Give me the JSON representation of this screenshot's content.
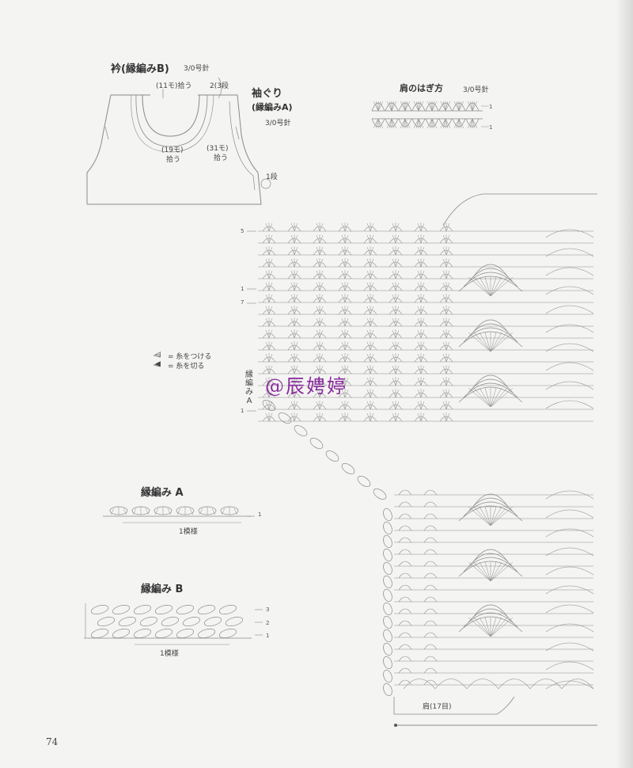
{
  "neck": {
    "title": "衿(縁編みB)",
    "needle": "3/0号針",
    "pick11": "(11モ)拾う",
    "pick19a": "(19モ)",
    "pick19b": "拾う",
    "pick31a": "(31モ)",
    "pick31b": "拾う",
    "rows3": "2(3段",
    "row1": "1段"
  },
  "armhole": {
    "title": "袖ぐり",
    "subtitle": "(縁編みA)",
    "needle": "3/0号針"
  },
  "shoulder_join": {
    "title": "肩のはぎ方",
    "needle": "3/0号針",
    "row_labels": [
      "1",
      "1"
    ]
  },
  "legend": {
    "attach_symbol": "◁",
    "attach": "= 糸をつける",
    "cut_symbol": "◀",
    "cut": "= 糸を切る"
  },
  "main_chart": {
    "row_labels": [
      "5",
      "1",
      "7",
      "1"
    ],
    "edging_label": [
      "縁",
      "編",
      "み",
      "A"
    ],
    "shoulder": "肩(17目)"
  },
  "edging_a": {
    "title": "縁編み A",
    "repeat": "1模様",
    "row_labels": [
      "1"
    ]
  },
  "edging_b": {
    "title": "縁編み B",
    "repeat": "1模様",
    "row_labels": [
      "3",
      "2",
      "1"
    ]
  },
  "watermark": "@辰娉婷",
  "page_number": "74"
}
